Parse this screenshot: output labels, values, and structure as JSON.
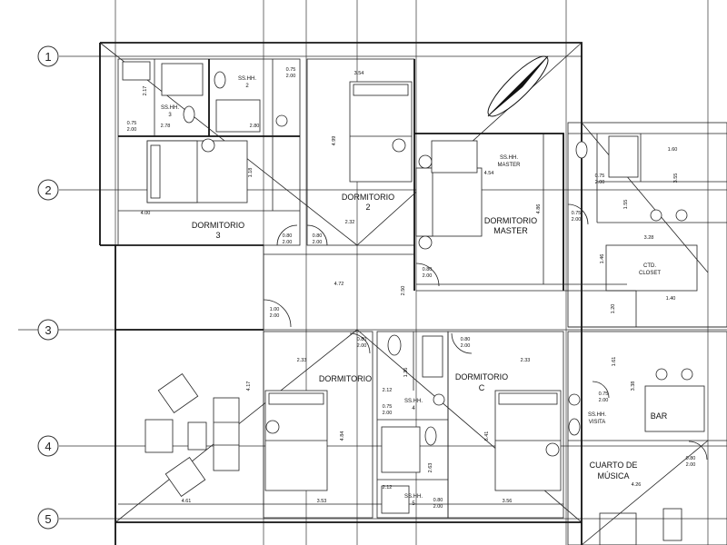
{
  "colors": {
    "line": "#222222",
    "background": "#ffffff"
  },
  "axes": [
    "1",
    "2",
    "3",
    "4",
    "5"
  ],
  "rooms": {
    "dorm3_name": "DORMITORIO",
    "dorm3_num": "3",
    "dorm2_name": "DORMITORIO",
    "dorm2_num": "2",
    "master_name": "DORMITORIO",
    "master_name2": "MASTER",
    "ss_master": "SS.HH.",
    "ss_master2": "MASTER",
    "ss2_a": "SS.HH.",
    "ss2_b": "2",
    "ss3_a": "SS.HH.",
    "ss3_b": "3",
    "ctd_a": "CTD.",
    "ctd_b": "CLOSET",
    "dorm_lower": "DORMITORIO",
    "dorm_c_name": "DORMITORIO",
    "dorm_c_letter": "C",
    "ss4_a": "SS.HH.",
    "ss4_b": "4",
    "ss5_a": "SS.HH.",
    "ss5_b": "5",
    "visita_a": "SS.HH.",
    "visita_b": "VISITA",
    "bar": "BAR",
    "cuarto": "CUARTO DE",
    "musica": "MÚSICA"
  },
  "dims": {
    "d_354": "3.54",
    "d_499": "4.99",
    "d_217": "2.17",
    "d_278": "2.78",
    "d_280": "2.80",
    "d_118": "1.18",
    "d_400": "4.00",
    "d_232": "2.32",
    "d_454": "4.54",
    "d_486": "4.86",
    "d_472": "4.72",
    "d_250": "2.50",
    "d_160": "1.60",
    "d_328": "3.28",
    "d_355": "3.55",
    "d_155": "1.55",
    "d_140": "1.40",
    "d_233a": "2.33",
    "d_233b": "2.33",
    "d_484": "4.84",
    "d_641": "6.41",
    "d_417": "4.17",
    "d_461": "4.61",
    "d_353": "3.53",
    "d_356": "3.56",
    "d_263": "2.63",
    "d_212a": "2.12",
    "d_212b": "2.12",
    "d_136": "1.36",
    "d_426": "4.26",
    "d_338": "3.38",
    "d_120": "1.20",
    "d_161": "1.61",
    "d_146": "1.46"
  },
  "doors": {
    "p1": "0.75",
    "p1b": "2.00",
    "p2": "0.75",
    "p2b": "2.00",
    "p3": "0.80",
    "p3b": "2.00",
    "p4": "0.80",
    "p4b": "2.00",
    "p5": "0.80",
    "p5b": "2.00",
    "p6": "1.00",
    "p6b": "2.00",
    "p7": "0.80",
    "p7b": "2.00",
    "p8": "0.80",
    "p8b": "2.00",
    "p9": "0.75",
    "p9b": "2.00",
    "p10": "0.80",
    "p10b": "2.00",
    "p11": "0.75",
    "p11b": "2.00",
    "p12": "0.75",
    "p12b": "2.00",
    "p13": "0.80",
    "p13b": "2.00",
    "p14": "0.75",
    "p14b": "2.00"
  }
}
